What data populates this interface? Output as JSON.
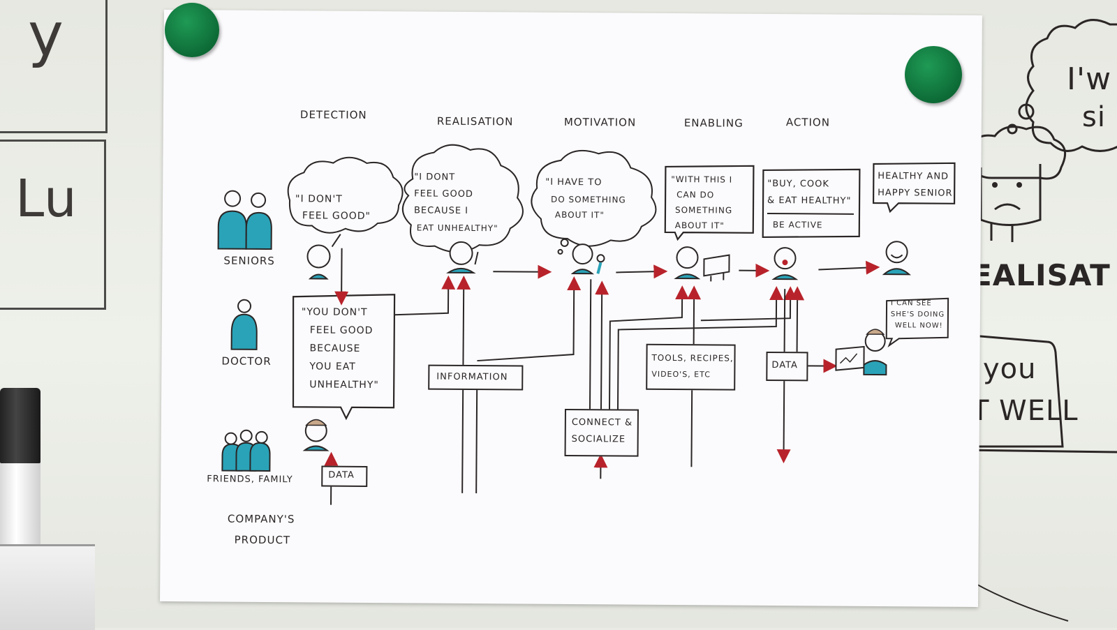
{
  "whiteboard": {
    "left_labels": [
      "y",
      "Lu"
    ],
    "right_labels": {
      "cloud_text": [
        "I'w",
        "si"
      ],
      "realisation": "ealisat",
      "you_well": [
        "you",
        "t well"
      ]
    }
  },
  "stages": [
    "Detection",
    "Realisation",
    "Motivation",
    "Enabling",
    "Action"
  ],
  "actors": {
    "seniors": "Seniors",
    "doctor": "Doctor",
    "friends_family": "Friends, Family",
    "company_product": [
      "Company's",
      "product"
    ]
  },
  "thoughts": {
    "detection": [
      "\"I don't",
      "feel good\""
    ],
    "realisation": [
      "\"I dont",
      "feel good",
      "because I",
      "eat unhealthy\""
    ],
    "motivation": [
      "\"I have to",
      "do something",
      "about it\""
    ],
    "enabling": [
      "\"With this I",
      "can do",
      "something",
      "about it\""
    ],
    "action_main": [
      "\"Buy, cook",
      "& eat healthy\""
    ],
    "action_sub": "Be active",
    "outcome": [
      "Healthy and",
      "happy senior"
    ]
  },
  "doctor_speech": [
    "\"You don't",
    "feel good",
    "because",
    "you eat",
    "unhealthy\""
  ],
  "boxes": {
    "information": "Information",
    "connect": [
      "Connect &",
      "socialize"
    ],
    "tools": [
      "Tools, recipes,",
      "video's, etc"
    ],
    "data_action": "Data",
    "data_company": "Data"
  },
  "monitor_speech": [
    "I can see",
    "she's doing",
    "well now!"
  ],
  "colors": {
    "accent_teal": "#2aa3b8",
    "arrow_red": "#b8232b",
    "ink": "#2b2626",
    "paper": "#fbfbfd",
    "magnet": "#138a45"
  }
}
